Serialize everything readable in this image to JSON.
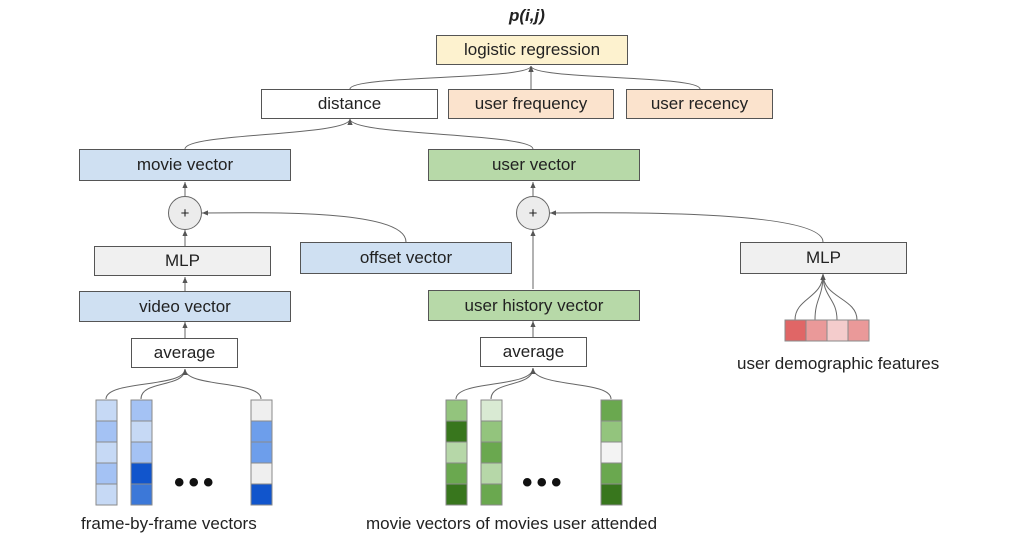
{
  "title": "p(i,j)",
  "boxes": {
    "logistic_regression": "logistic regression",
    "distance": "distance",
    "user_frequency": "user frequency",
    "user_recency": "user recency",
    "movie_vector": "movie vector",
    "user_vector": "user vector",
    "mlp_left": "MLP",
    "offset_vector": "offset vector",
    "mlp_right": "MLP",
    "video_vector": "video vector",
    "user_history_vector": "user history vector",
    "average_left": "average",
    "average_right": "average"
  },
  "plus_symbol": "+",
  "ellipsis": "•••",
  "labels": {
    "frame_vectors": "frame-by-frame vectors",
    "movie_vectors": "movie vectors of movies user attended",
    "user_demographic": "user demographic features"
  },
  "colors": {
    "blue_shades": [
      "#c6d9f5",
      "#a4c2f4",
      "#6d9eeb",
      "#3c78d8",
      "#1155cc",
      "#efefef"
    ],
    "green_shades": [
      "#d9ead3",
      "#b6d7a8",
      "#93c47d",
      "#6aa84f",
      "#38761d",
      "#f3f3f3"
    ],
    "red_shades": [
      "#e06666",
      "#ea9999",
      "#f4cccc"
    ]
  },
  "vector_columns": [
    {
      "cells": [
        "#c6d9f5",
        "#a4c2f4",
        "#c6d9f5",
        "#a4c2f4",
        "#c6d9f5"
      ]
    },
    {
      "cells": [
        "#a4c2f4",
        "#c6d9f5",
        "#a4c2f4",
        "#1155cc",
        "#3c78d8"
      ]
    },
    {
      "cells": [
        "#efefef",
        "#6d9eeb",
        "#6d9eeb",
        "#efefef",
        "#1155cc"
      ]
    },
    {
      "cells": [
        "#93c47d",
        "#38761d",
        "#b6d7a8",
        "#6aa84f",
        "#38761d"
      ]
    },
    {
      "cells": [
        "#d9ead3",
        "#93c47d",
        "#6aa84f",
        "#b6d7a8",
        "#6aa84f"
      ]
    },
    {
      "cells": [
        "#6aa84f",
        "#93c47d",
        "#f3f3f3",
        "#6aa84f",
        "#38761d"
      ]
    }
  ],
  "demographic_cells": [
    "#e06666",
    "#ea9999",
    "#f4cccc",
    "#ea9999"
  ]
}
